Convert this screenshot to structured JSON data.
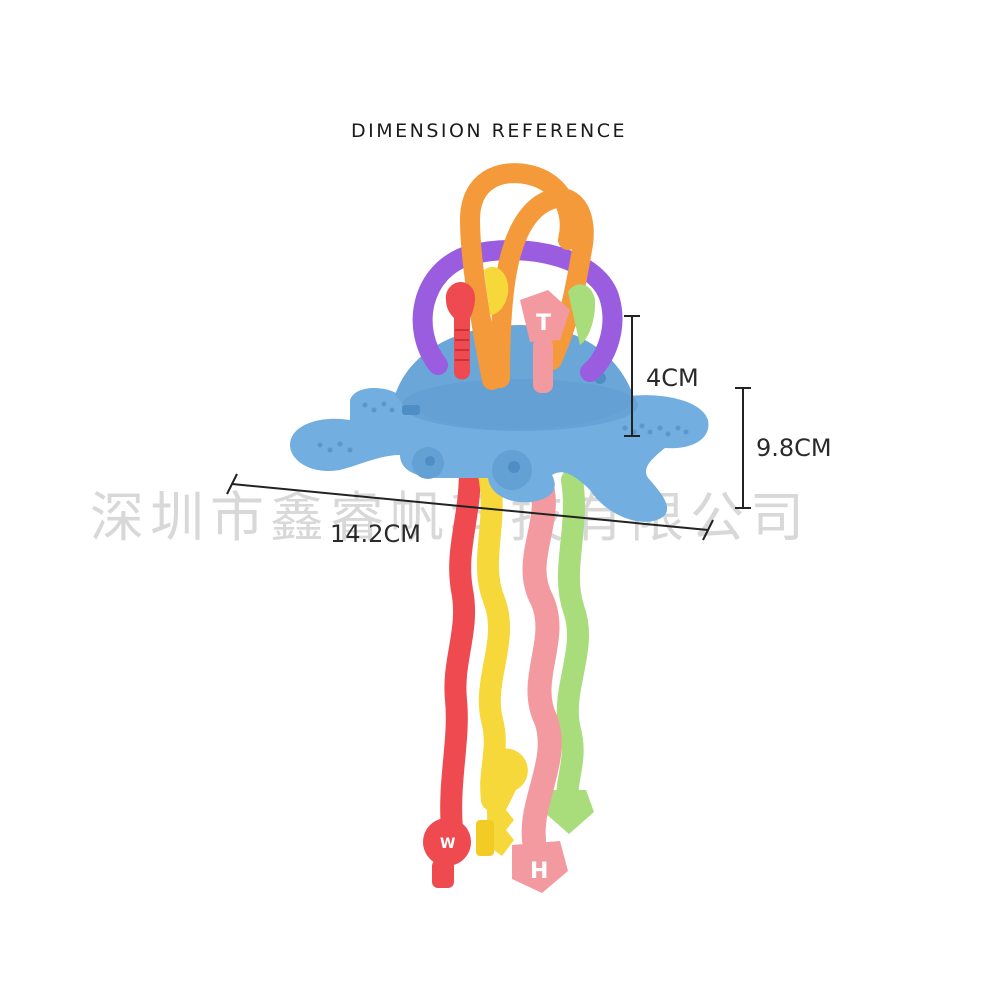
{
  "title": "DIMENSION REFERENCE",
  "dimensions": {
    "top_height": "4CM",
    "body_height": "9.8CM",
    "width": "14.2CM"
  },
  "watermark": "深圳市鑫睿帆科技有限公司",
  "toy_letters": {
    "pink_key": "T",
    "red_key": "W",
    "pink_tag": "H"
  },
  "colors": {
    "body_blue": "#72aee0",
    "ring_orange": "#f59a3a",
    "ring_purple": "#9a5de0",
    "strap_red": "#ee4a4f",
    "strap_yellow": "#f7d83a",
    "strap_pink": "#f39aa0",
    "strap_green": "#a9dc7a"
  }
}
